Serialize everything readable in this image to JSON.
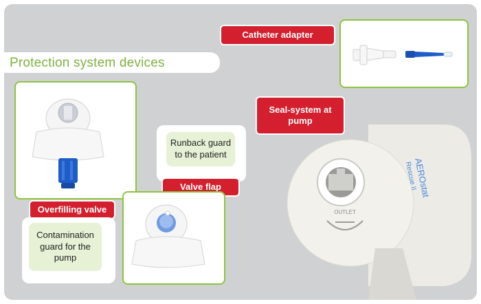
{
  "title": "Protection system devices",
  "labels": {
    "catheter_adapter": "Catheter adapter",
    "seal_system": "Seal-system at pump",
    "overfilling_valve": "Overfilling valve",
    "valve_flap": "Valve flap",
    "runback_guard": "Runback guard to the patient",
    "contamination_guard": "Contamination guard for the pump"
  },
  "device_text": {
    "brand_line1": "AEROstat",
    "brand_line2": "Rescue II",
    "outlet": "OUTLET"
  },
  "colors": {
    "accent_red": "#d41f2e",
    "accent_green": "#8cc43d",
    "title_green": "#7fb241",
    "background_gray": "#d0d1d2"
  }
}
